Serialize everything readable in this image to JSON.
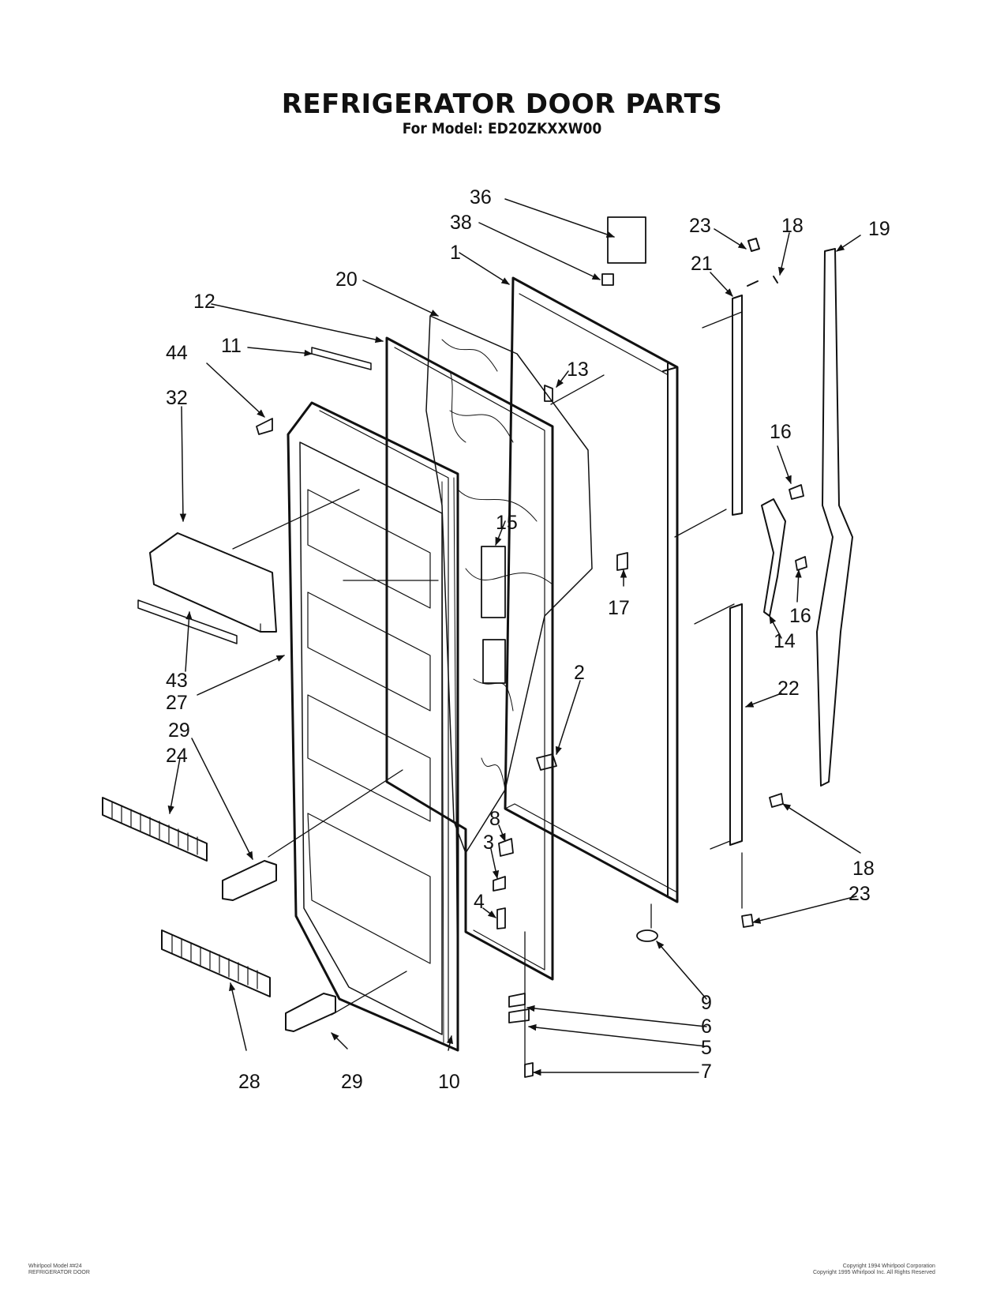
{
  "header": {
    "title": "REFRIGERATOR DOOR PARTS",
    "subtitle": "For Model: ED20ZKXXW00"
  },
  "callouts": [
    {
      "id": "c36",
      "label": "36"
    },
    {
      "id": "c38",
      "label": "38"
    },
    {
      "id": "c1",
      "label": "1"
    },
    {
      "id": "c20",
      "label": "20"
    },
    {
      "id": "c12",
      "label": "12"
    },
    {
      "id": "c11",
      "label": "11"
    },
    {
      "id": "c44",
      "label": "44"
    },
    {
      "id": "c32",
      "label": "32"
    },
    {
      "id": "c13",
      "label": "13"
    },
    {
      "id": "c15",
      "label": "15"
    },
    {
      "id": "c17",
      "label": "17"
    },
    {
      "id": "c43",
      "label": "43"
    },
    {
      "id": "c27",
      "label": "27"
    },
    {
      "id": "c29a",
      "label": "29"
    },
    {
      "id": "c24",
      "label": "24"
    },
    {
      "id": "c2",
      "label": "2"
    },
    {
      "id": "c8",
      "label": "8"
    },
    {
      "id": "c3",
      "label": "3"
    },
    {
      "id": "c4",
      "label": "4"
    },
    {
      "id": "c23a",
      "label": "23"
    },
    {
      "id": "c18a",
      "label": "18"
    },
    {
      "id": "c19",
      "label": "19"
    },
    {
      "id": "c21",
      "label": "21"
    },
    {
      "id": "c16a",
      "label": "16"
    },
    {
      "id": "c16b",
      "label": "16"
    },
    {
      "id": "c14",
      "label": "14"
    },
    {
      "id": "c22",
      "label": "22"
    },
    {
      "id": "c18b",
      "label": "18"
    },
    {
      "id": "c23b",
      "label": "23"
    },
    {
      "id": "c9",
      "label": "9"
    },
    {
      "id": "c6",
      "label": "6"
    },
    {
      "id": "c5",
      "label": "5"
    },
    {
      "id": "c7",
      "label": "7"
    },
    {
      "id": "c28",
      "label": "28"
    },
    {
      "id": "c29b",
      "label": "29"
    },
    {
      "id": "c10",
      "label": "10"
    }
  ],
  "footer": {
    "left_line1": "Whirlpool Model ##24",
    "left_line2": "REFRIGERATOR DOOR",
    "right_line1": "Copyright 1994 Whirlpool Corporation",
    "right_line2": "Copyright 1995 Whirlpool Inc. All Rights Reserved"
  }
}
